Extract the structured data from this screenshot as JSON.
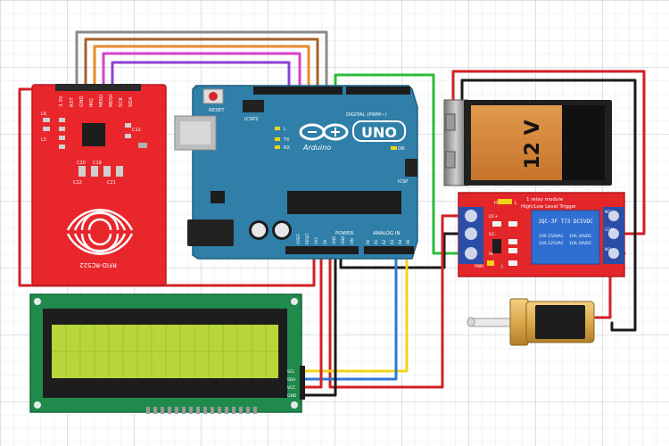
{
  "rfid": {
    "model": "RFID-RC522",
    "pins": [
      "3.3V",
      "RST",
      "GND",
      "IRQ",
      "MISO",
      "MOSI",
      "SCK",
      "SDA"
    ],
    "caps": [
      "C20",
      "C19",
      "C22",
      "C21"
    ],
    "side_labels": [
      "L6",
      "L5",
      "C12"
    ]
  },
  "arduino": {
    "brand": "Arduino",
    "model": "UNO",
    "reset_label": "RESET",
    "icsp_label": "ICSP",
    "icsp2_label": "ICSP2",
    "digital_label": "DIGITAL (PWM~)",
    "power_label": "POWER",
    "analog_label": "ANALOG IN",
    "leds": [
      "L",
      "TX",
      "RX"
    ],
    "on_label": "ON",
    "power_pins": [
      "IOREF",
      "RESET",
      "3V3",
      "5V",
      "GND",
      "GND",
      "VIN"
    ],
    "analog_pins": [
      "A0",
      "A1",
      "A2",
      "A3",
      "A4",
      "A5"
    ]
  },
  "battery": {
    "voltage": "12 V"
  },
  "relay": {
    "title": "1 relay module",
    "subtitle": "High/Low Level Trigger",
    "relay_model": "JQC-3F T73 DC5VDC",
    "rating_lines": [
      "10A 250VAC",
      "10A 125VAC",
      "10A 30VDC",
      "10A 28VDC"
    ],
    "terminals": [
      "NC",
      "COM",
      "NO"
    ],
    "input_pins": [
      "DC+",
      "DC-",
      "IN"
    ],
    "pwr_label": "PWR",
    "led_label": "L",
    "h_label": "H",
    "low_label": "L"
  },
  "lcd": {
    "i2c_pins": [
      "SCL",
      "SDA",
      "VCC",
      "GND"
    ]
  },
  "colors": {
    "rfid_board": "#e8262b",
    "arduino_board": "#2f7fa8",
    "relay_board": "#e3262a",
    "lcd_frame": "#1f8a4c",
    "lcd_screen": "#b6d63a",
    "wire_red": "#d21f24",
    "wire_black": "#1a1a1a",
    "wire_green": "#2bbd3a",
    "wire_yellow": "#f2d318",
    "wire_blue": "#2c78d8",
    "wire_gray": "#8a8a8a",
    "wire_brown": "#a6612a",
    "wire_orange": "#e8892c",
    "wire_magenta": "#d63fc9",
    "wire_purple": "#8d3fd6"
  }
}
